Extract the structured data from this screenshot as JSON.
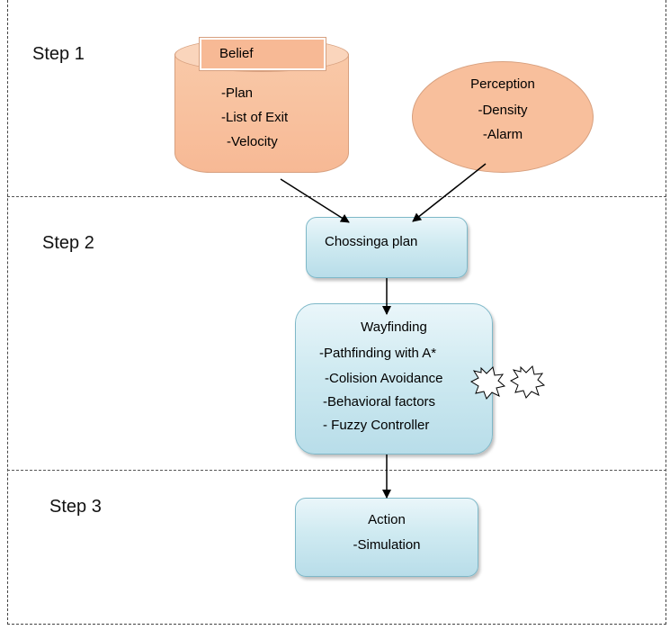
{
  "steps": {
    "step1": "Step 1",
    "step2": "Step 2",
    "step3": "Step 3"
  },
  "belief": {
    "title": "Belief",
    "items": [
      "-Plan",
      "-List of Exit",
      "-Velocity"
    ]
  },
  "perception": {
    "title": "Perception",
    "items": [
      "-Density",
      "-Alarm"
    ]
  },
  "plan": {
    "label": "Chossinga plan"
  },
  "wayfinding": {
    "title": "Wayfinding",
    "items": [
      "-Pathfinding with A*",
      "-Colision Avoidance",
      "-Behavioral factors",
      "- Fuzzy Controller"
    ]
  },
  "action": {
    "title": "Action",
    "items": [
      "-Simulation"
    ]
  },
  "colors": {
    "peach": "#f8bf9c",
    "blue": "#cfeaf1"
  }
}
